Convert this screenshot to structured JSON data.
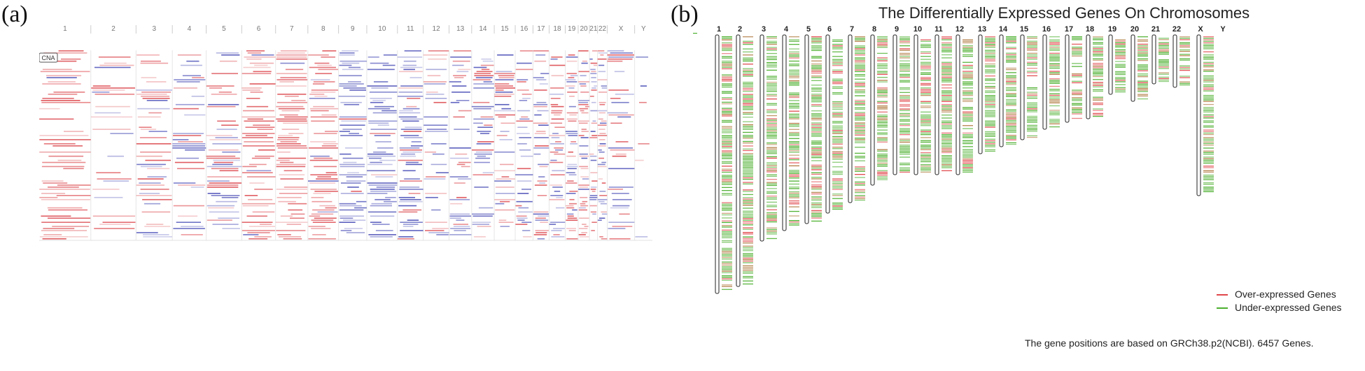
{
  "panels": {
    "a_label": "(a)",
    "b_label": "(b)"
  },
  "panel_a": {
    "chromosomes": [
      "1",
      "2",
      "3",
      "4",
      "5",
      "6",
      "7",
      "8",
      "9",
      "10",
      "11",
      "12",
      "13",
      "14",
      "15",
      "16",
      "17",
      "18",
      "19",
      "20",
      "21",
      "22",
      "X",
      "Y"
    ],
    "cna_label": "CNA",
    "colors": {
      "gain": "#d9393f",
      "loss": "#3a3fb0",
      "grid": "#e6e6e6"
    }
  },
  "panel_b": {
    "title": "The Differentially Expressed Genes On Chromosomes",
    "chromosomes": [
      "1",
      "2",
      "3",
      "4",
      "5",
      "6",
      "7",
      "8",
      "9",
      "10",
      "11",
      "12",
      "13",
      "14",
      "15",
      "16",
      "17",
      "18",
      "19",
      "20",
      "21",
      "22",
      "X",
      "Y"
    ],
    "legend": {
      "over": "Over-expressed Genes",
      "under": "Under-expressed Genes"
    },
    "colors": {
      "over": "#e0464a",
      "under": "#4caf2e",
      "mixed": "#b07a40"
    },
    "footnote": "The gene positions are based on GRCh38.p2(NCBI). 6457 Genes."
  }
}
